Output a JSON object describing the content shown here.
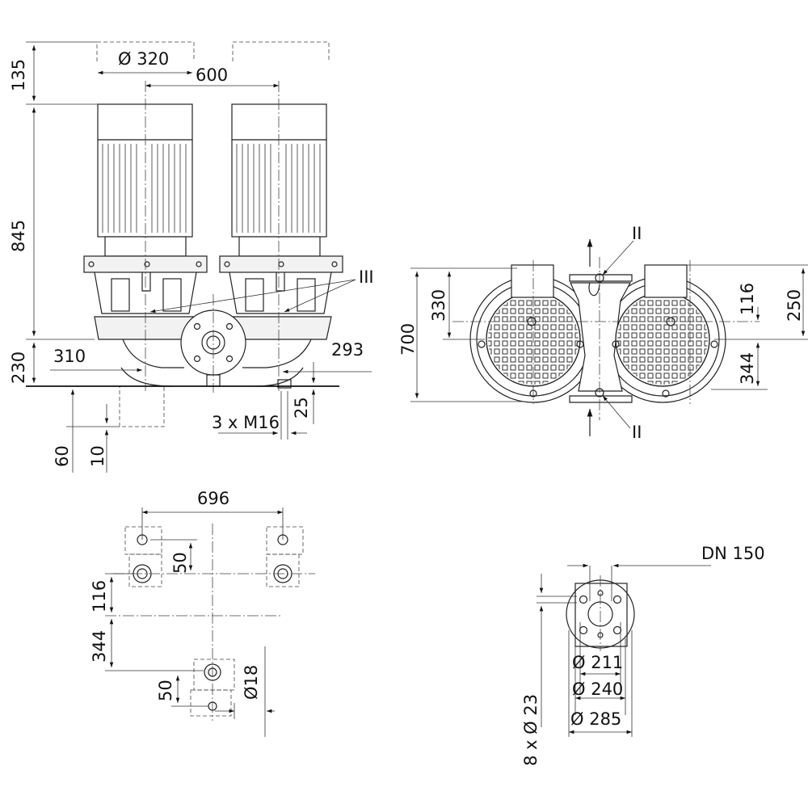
{
  "side_view": {
    "dim_top": "135",
    "dim_motor": "845",
    "dim_base": "230",
    "dim_motor_dia": "Ø 320",
    "dim_axis_spacing": "600",
    "dim_310": "310",
    "dim_293": "293",
    "dim_60": "60",
    "dim_10": "10",
    "dim_25": "25",
    "bolts": "3 x M16",
    "label_III": "III"
  },
  "top_view": {
    "dim_700": "700",
    "dim_330": "330",
    "dim_116": "116",
    "dim_250": "250",
    "dim_344": "344",
    "label_II_top": "II",
    "label_II_bottom": "II"
  },
  "foundation_plan": {
    "dim_696": "696",
    "dim_50_top": "50",
    "dim_116": "116",
    "dim_344": "344",
    "dim_50_bottom": "50",
    "dim_hole": "Ø18"
  },
  "flange": {
    "dn": "DN 150",
    "d211": "Ø 211",
    "d240": "Ø 240",
    "d285": "Ø 285",
    "holes": "8 x Ø 23"
  }
}
